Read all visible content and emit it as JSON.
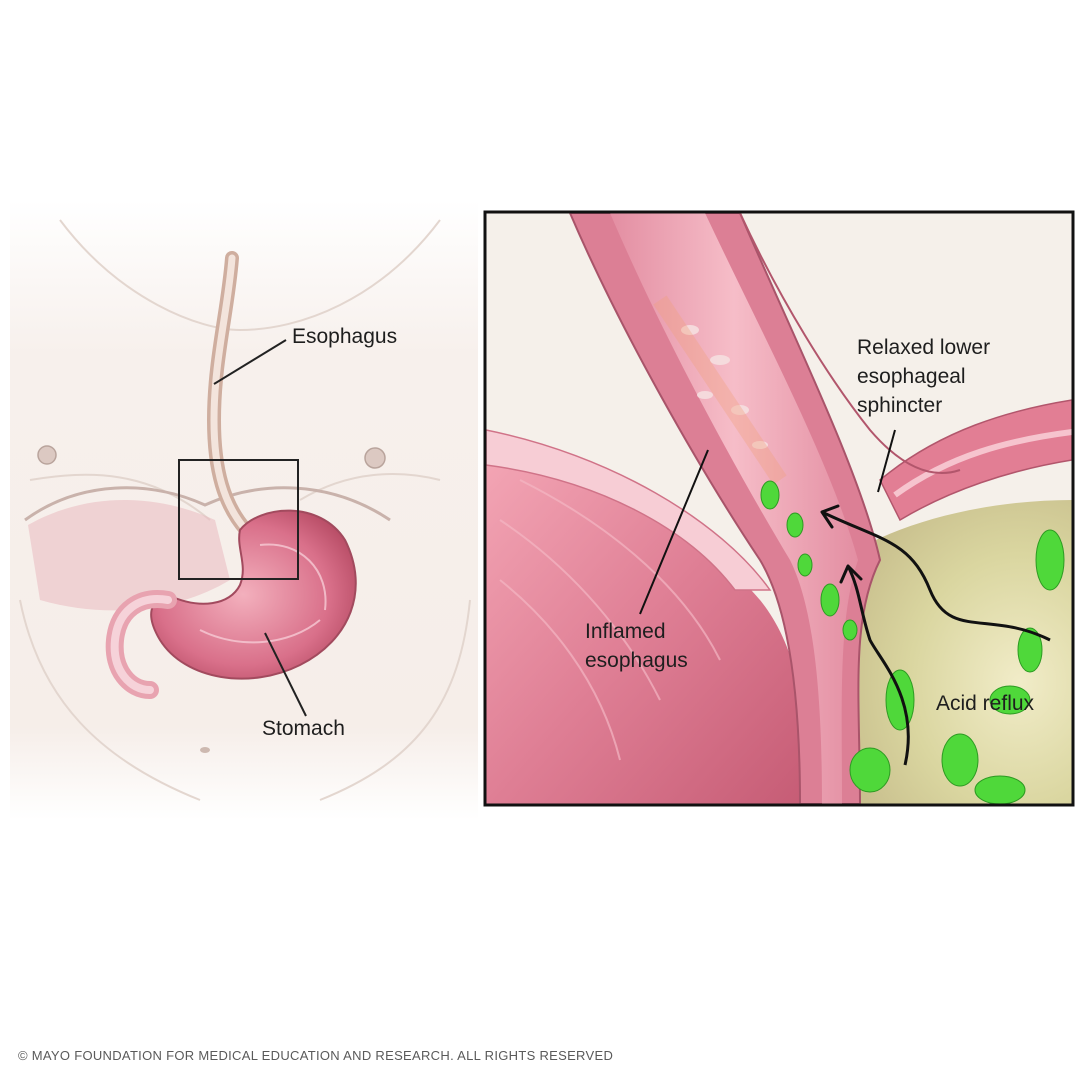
{
  "overview": {
    "labels": {
      "esophagus": "Esophagus",
      "stomach": "Stomach"
    }
  },
  "detail": {
    "labels": {
      "sphincter": "Relaxed lower\nesophageal\nsphincter",
      "inflamed": "Inflamed\nesophagus",
      "reflux": "Acid reflux"
    }
  },
  "footer": {
    "copyright": "© MAYO FOUNDATION FOR MEDICAL EDUCATION AND RESEARCH. ALL RIGHTS RESERVED"
  },
  "colors": {
    "skin": "#f6efea",
    "tissue": "#e58ea0",
    "tissue_dark": "#c95a72",
    "lining": "#f4c2cc",
    "acid": "#4fd83a",
    "frame": "#111111"
  }
}
